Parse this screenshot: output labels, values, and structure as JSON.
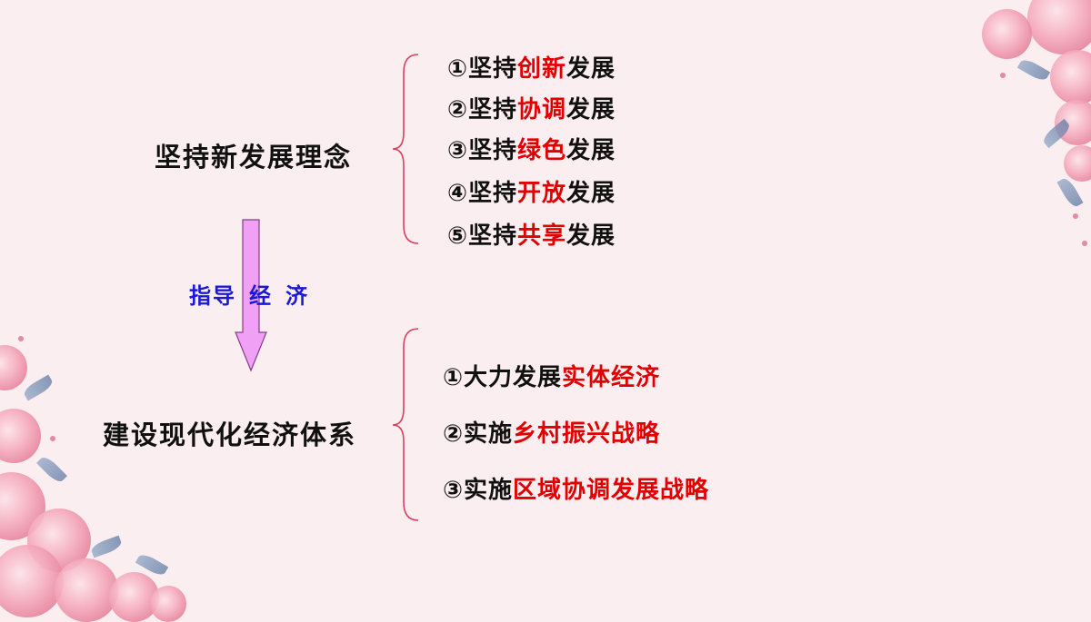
{
  "concept": {
    "title": "坚持新发展理念",
    "items": [
      {
        "num": "①",
        "pre": "坚持",
        "hl": "创新",
        "post": "发展"
      },
      {
        "num": "②",
        "pre": "坚持",
        "hl": "协调",
        "post": "发展"
      },
      {
        "num": "③",
        "pre": "坚持",
        "hl": "绿色",
        "post": "发展"
      },
      {
        "num": "④",
        "pre": "坚持",
        "hl": "开放",
        "post": "发展"
      },
      {
        "num": "⑤",
        "pre": "坚持",
        "hl": "共享",
        "post": "发展"
      }
    ]
  },
  "guide": {
    "word1": "指导",
    "word2": "经",
    "word3": "济"
  },
  "system": {
    "title": "建设现代化经济体系",
    "items": [
      {
        "num": "①",
        "pre": "大力发展",
        "hl": "实体经济"
      },
      {
        "num": "②",
        "pre": "实施",
        "hl": "乡村振兴战略"
      },
      {
        "num": "③",
        "pre": "实施",
        "hl": "区域协调发展战略"
      }
    ]
  },
  "colors": {
    "highlight": "#e00000",
    "guide": "#1a1ad6",
    "arrow": "#f0a0f5",
    "brace": "#d94060"
  }
}
